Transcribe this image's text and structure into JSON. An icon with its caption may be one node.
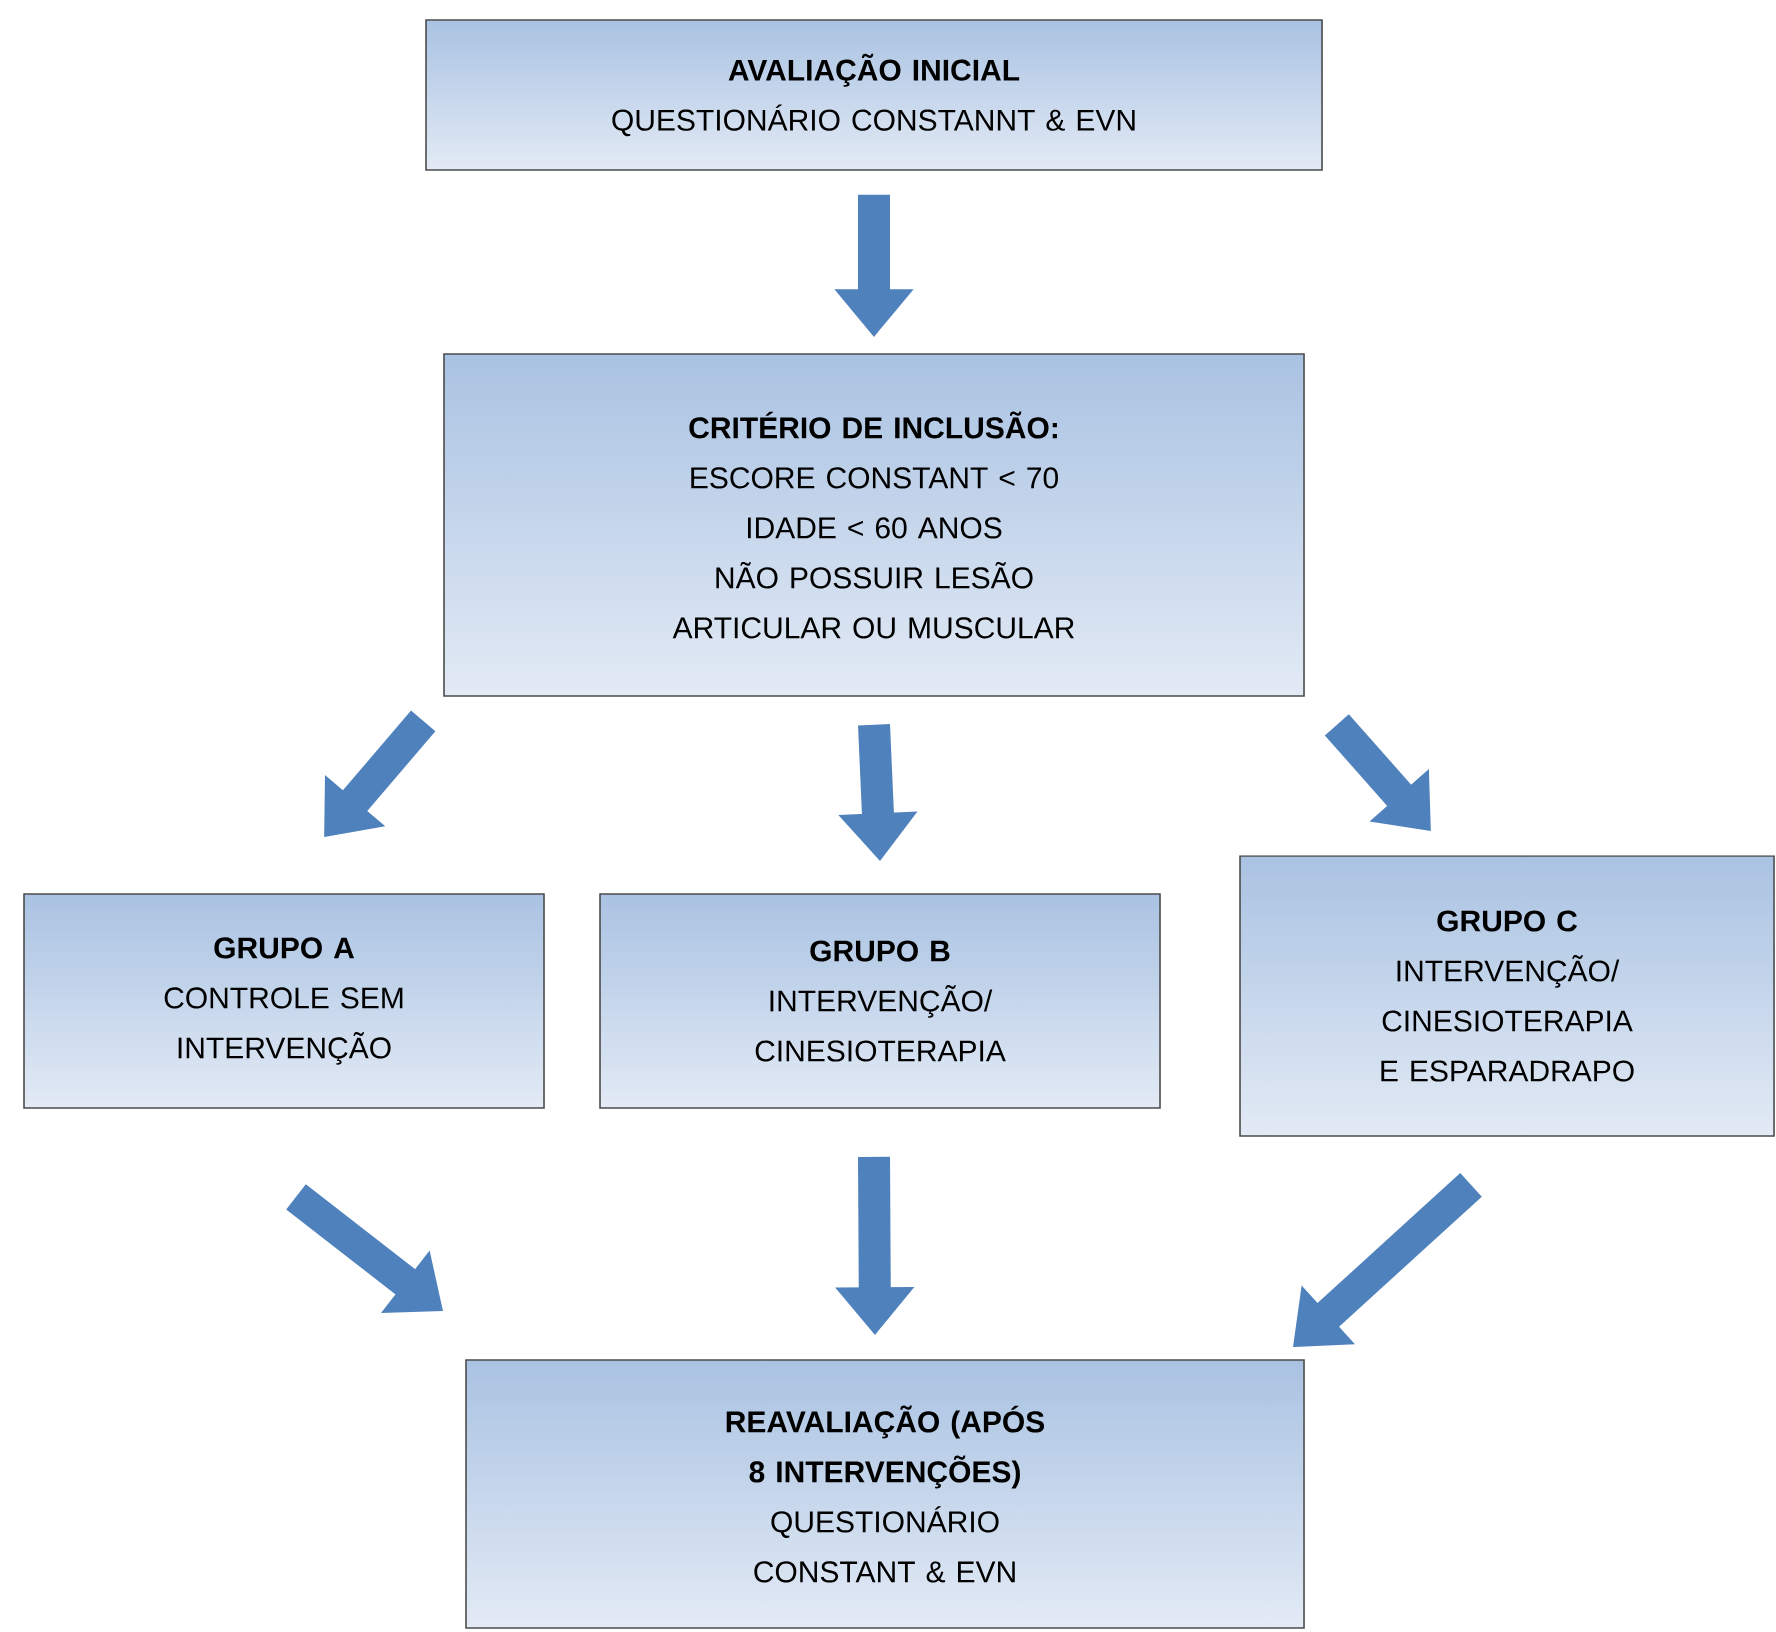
{
  "diagram": {
    "nodes": [
      {
        "text": [
          "AVALIAÇÃO INICIAL",
          "QUESTIONÁRIO CONSTANNT & EVN"
        ]
      },
      {
        "text": [
          "CRITÉRIO DE INCLUSÃO:",
          "ESCORE CONSTANT < 70",
          "IDADE < 60 ANOS",
          "NÃO POSSUIR LESÃO ARTICULAR OU MUSCULAR"
        ]
      },
      {
        "text": [
          "GRUPO A",
          "CONTROLE SEM INTERVENÇÃO"
        ]
      },
      {
        "text": [
          "GRUPO B",
          "INTERVENÇÃO/ CINESIOTERAPIA"
        ]
      },
      {
        "text": [
          "GRUPO C",
          "INTERVENÇÃO/ CINESIOTERAPIA E ESPARADRAPO"
        ]
      },
      {
        "text": [
          "REAVALIAÇÃO (APÓS 8 INTERVENÇÕES)",
          "QUESTIONÁRIO CONSTANT & EVN"
        ]
      }
    ],
    "edges": [
      {
        "from": 0,
        "to": 1,
        "arrow": "to"
      },
      {
        "from": 1,
        "to": 2,
        "arrow": "to"
      },
      {
        "from": 1,
        "to": 3,
        "arrow": "to"
      },
      {
        "from": 1,
        "to": 4,
        "arrow": "to"
      },
      {
        "from": 2,
        "to": 5,
        "arrow": "to"
      },
      {
        "from": 3,
        "to": 5,
        "arrow": "to"
      },
      {
        "from": 4,
        "to": 5,
        "arrow": "to"
      }
    ]
  }
}
